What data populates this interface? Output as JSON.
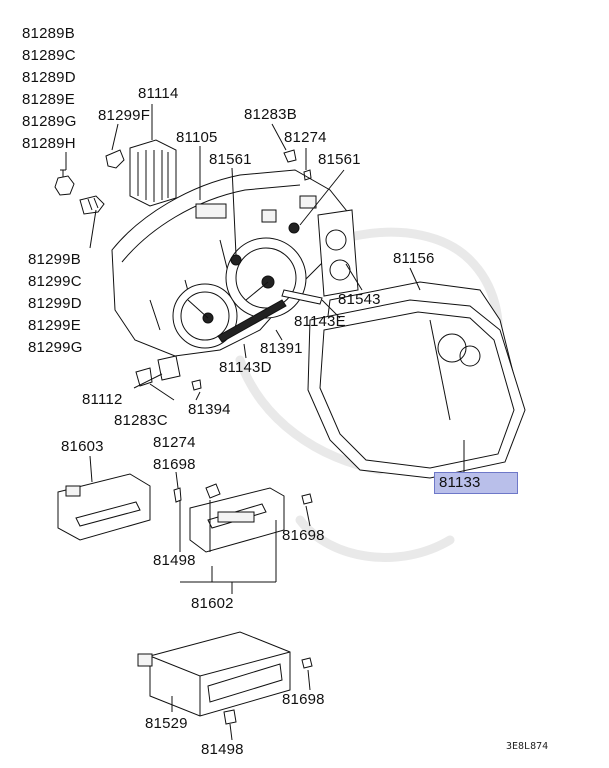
{
  "parts": {
    "p81289b": "81289B",
    "p81289c": "81289C",
    "p81289d": "81289D",
    "p81289e": "81289E",
    "p81289g": "81289G",
    "p81289h": "81289H",
    "p81114": "81114",
    "p81299f": "81299F",
    "p81105": "81105",
    "p81283b": "81283B",
    "p81274a": "81274",
    "p81561a": "81561",
    "p81561b": "81561",
    "p81299b": "81299B",
    "p81299c": "81299C",
    "p81299d": "81299D",
    "p81299e": "81299E",
    "p81299g": "81299G",
    "p81156": "81156",
    "p81543": "81543",
    "p81143e": "81143E",
    "p81391": "81391",
    "p81143d": "81143D",
    "p81112": "81112",
    "p81394": "81394",
    "p81283c": "81283C",
    "p81274b": "81274",
    "p81603": "81603",
    "p81698a": "81698",
    "p81133": "81133",
    "p81698b": "81698",
    "p81498a": "81498",
    "p81602": "81602",
    "p81698c": "81698",
    "p81529": "81529",
    "p81498b": "81498"
  },
  "diagram_code": "3E8L874",
  "selected_part": "81133",
  "colors": {
    "highlight": "#b9bfea",
    "highlight_border": "#6e78c8",
    "line": "#111111"
  }
}
